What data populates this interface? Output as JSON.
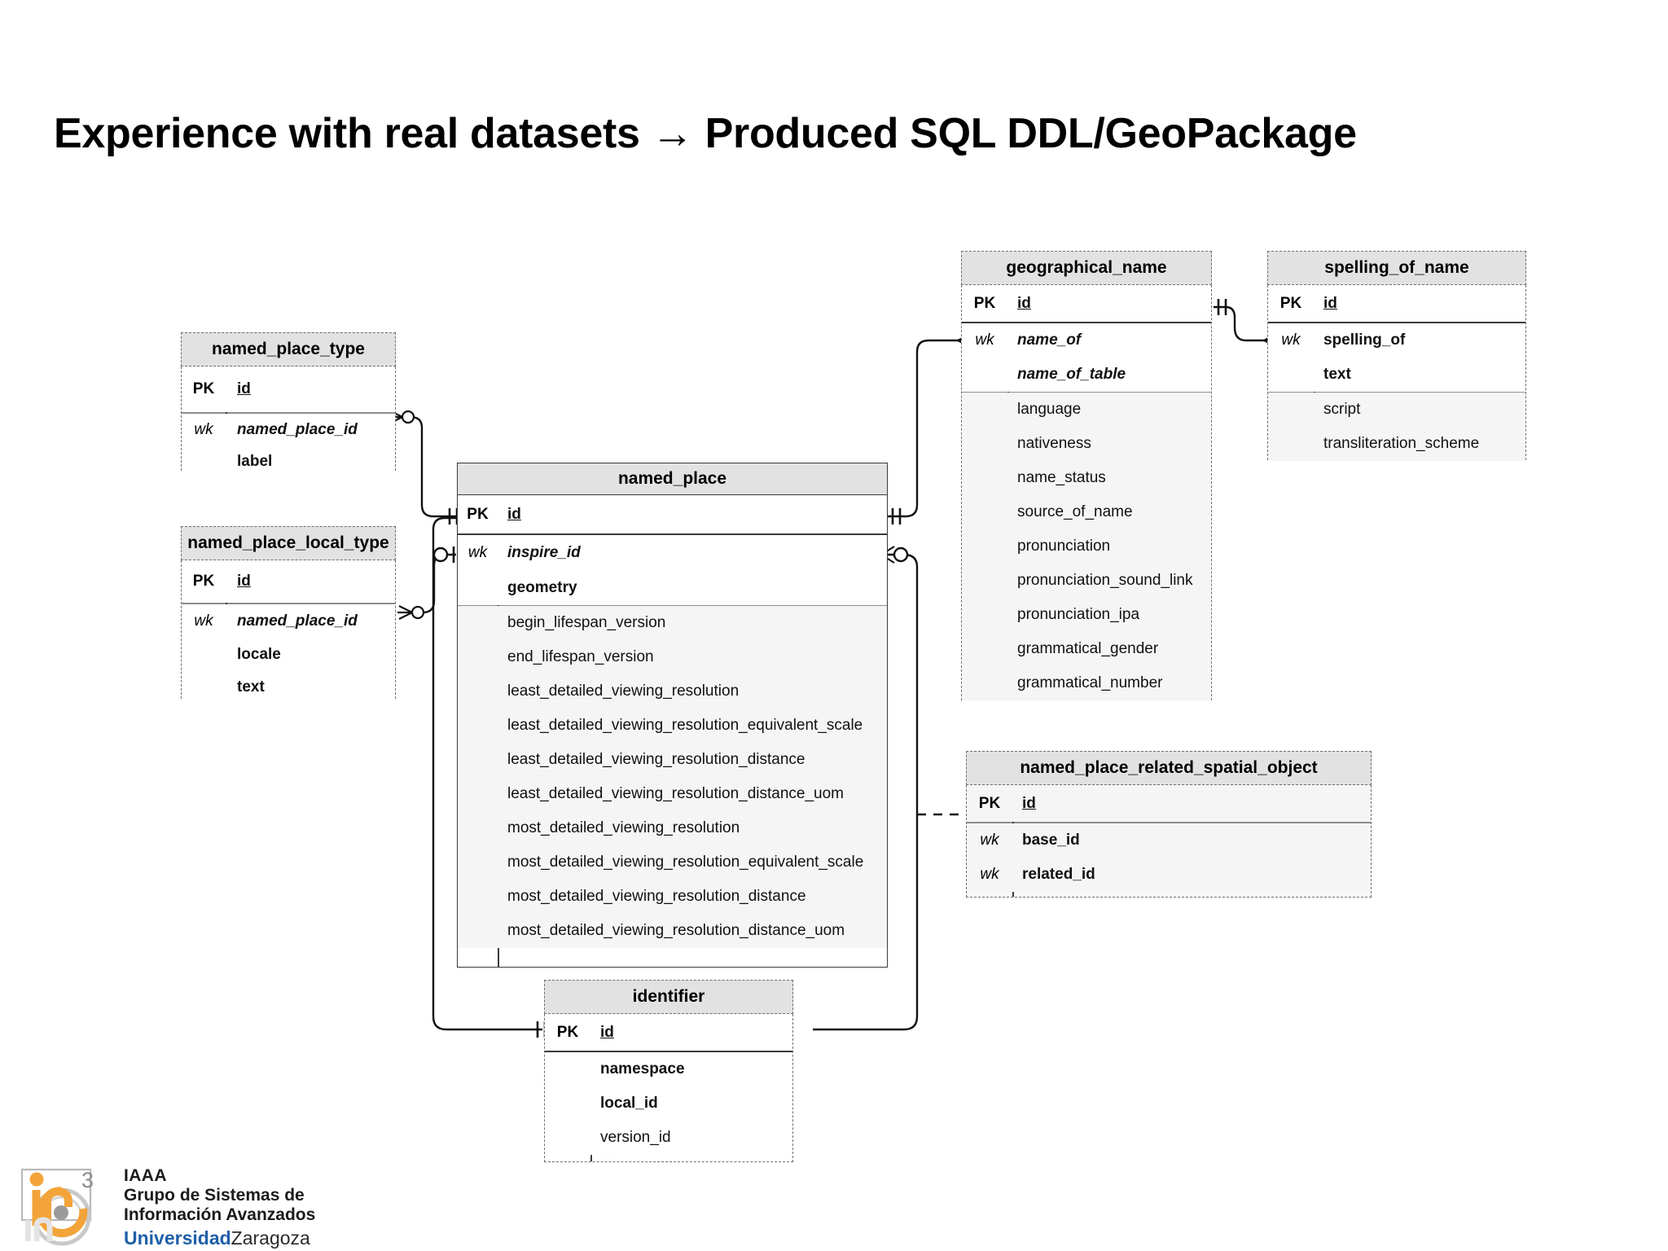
{
  "slide": {
    "title": "Experience with real datasets → Produced SQL DDL/GeoPackage",
    "background": "#ffffff",
    "header_fill": "#e2e2e2",
    "body_fill": "#f7f7f7",
    "border_color": "#6f6f6f",
    "accent_blue": "#1f5fa8"
  },
  "diagram": {
    "type": "entity-relationship",
    "notation": "crow's-foot",
    "tables": [
      {
        "id": "named_place_type",
        "name": "named_place_type",
        "columns": [
          {
            "key": "PK",
            "name": "id",
            "style": "pk"
          },
          {
            "key": "wk",
            "name": "named_place_id",
            "style": "bold-italic"
          },
          {
            "key": "",
            "name": "label",
            "style": "bold"
          }
        ]
      },
      {
        "id": "named_place_local_type",
        "name": "named_place_local_type",
        "columns": [
          {
            "key": "PK",
            "name": "id",
            "style": "pk"
          },
          {
            "key": "wk",
            "name": "named_place_id",
            "style": "bold-italic"
          },
          {
            "key": "",
            "name": "locale",
            "style": "bold"
          },
          {
            "key": "",
            "name": "text",
            "style": "bold"
          }
        ]
      },
      {
        "id": "named_place",
        "name": "named_place",
        "columns": [
          {
            "key": "PK",
            "name": "id",
            "style": "pk"
          },
          {
            "key": "wk",
            "name": "inspire_id",
            "style": "bold-italic"
          },
          {
            "key": "",
            "name": "geometry",
            "style": "bold"
          },
          {
            "key": "",
            "name": "begin_lifespan_version",
            "style": "normal"
          },
          {
            "key": "",
            "name": "end_lifespan_version",
            "style": "normal"
          },
          {
            "key": "",
            "name": "least_detailed_viewing_resolution",
            "style": "normal"
          },
          {
            "key": "",
            "name": "least_detailed_viewing_resolution_equivalent_scale",
            "style": "normal"
          },
          {
            "key": "",
            "name": "least_detailed_viewing_resolution_distance",
            "style": "normal"
          },
          {
            "key": "",
            "name": "least_detailed_viewing_resolution_distance_uom",
            "style": "normal"
          },
          {
            "key": "",
            "name": "most_detailed_viewing_resolution",
            "style": "normal"
          },
          {
            "key": "",
            "name": "most_detailed_viewing_resolution_equivalent_scale",
            "style": "normal"
          },
          {
            "key": "",
            "name": "most_detailed_viewing_resolution_distance",
            "style": "normal"
          },
          {
            "key": "",
            "name": "most_detailed_viewing_resolution_distance_uom",
            "style": "normal"
          }
        ]
      },
      {
        "id": "geographical_name",
        "name": "geographical_name",
        "columns": [
          {
            "key": "PK",
            "name": "id",
            "style": "pk"
          },
          {
            "key": "wk",
            "name": "name_of",
            "style": "bold-italic"
          },
          {
            "key": "",
            "name": "name_of_table",
            "style": "bold-italic"
          },
          {
            "key": "",
            "name": "language",
            "style": "normal"
          },
          {
            "key": "",
            "name": "nativeness",
            "style": "normal"
          },
          {
            "key": "",
            "name": "name_status",
            "style": "normal"
          },
          {
            "key": "",
            "name": "source_of_name",
            "style": "normal"
          },
          {
            "key": "",
            "name": "pronunciation",
            "style": "normal"
          },
          {
            "key": "",
            "name": "pronunciation_sound_link",
            "style": "normal"
          },
          {
            "key": "",
            "name": "pronunciation_ipa",
            "style": "normal"
          },
          {
            "key": "",
            "name": "grammatical_gender",
            "style": "normal"
          },
          {
            "key": "",
            "name": "grammatical_number",
            "style": "normal"
          }
        ]
      },
      {
        "id": "spelling_of_name",
        "name": "spelling_of_name",
        "columns": [
          {
            "key": "PK",
            "name": "id",
            "style": "pk"
          },
          {
            "key": "wk",
            "name": "spelling_of",
            "style": "bold"
          },
          {
            "key": "",
            "name": "text",
            "style": "bold"
          },
          {
            "key": "",
            "name": "script",
            "style": "normal"
          },
          {
            "key": "",
            "name": "transliteration_scheme",
            "style": "normal"
          }
        ]
      },
      {
        "id": "named_place_related_spatial_object",
        "name": "named_place_related_spatial_object",
        "columns": [
          {
            "key": "PK",
            "name": "id",
            "style": "pk"
          },
          {
            "key": "wk",
            "name": "base_id",
            "style": "bold"
          },
          {
            "key": "wk",
            "name": "related_id",
            "style": "bold"
          }
        ]
      },
      {
        "id": "identifier",
        "name": "identifier",
        "columns": [
          {
            "key": "PK",
            "name": "id",
            "style": "pk"
          },
          {
            "key": "",
            "name": "namespace",
            "style": "bold"
          },
          {
            "key": "",
            "name": "local_id",
            "style": "bold"
          },
          {
            "key": "",
            "name": "version_id",
            "style": "normal"
          }
        ]
      }
    ],
    "relationships": [
      {
        "from": "named_place",
        "to": "named_place_type",
        "from_card": "one",
        "to_card": "many-optional",
        "line": "solid"
      },
      {
        "from": "named_place",
        "to": "named_place_local_type",
        "from_card": "zero-one",
        "to_card": "many-optional",
        "line": "solid"
      },
      {
        "from": "named_place",
        "to": "geographical_name",
        "from_card": "one",
        "to_card": "many-optional",
        "line": "solid"
      },
      {
        "from": "geographical_name",
        "to": "spelling_of_name",
        "from_card": "one",
        "to_card": "many-optional",
        "line": "solid"
      },
      {
        "from": "named_place",
        "to": "identifier",
        "from_card": "one",
        "to_card": "many-optional",
        "line": "solid"
      },
      {
        "from": "named_place",
        "to": "named_place_related_spatial_object",
        "from_card": "none",
        "to_card": "none",
        "line": "dashed"
      }
    ]
  },
  "footer": {
    "logo_icon": "iaaa-logo-icon",
    "logo_superscript": "3",
    "line1": "IAAA",
    "line2": "Grupo de Sistemas de",
    "line3": "Información Avanzados",
    "university_bold": "Universidad",
    "university_rest": "Zaragoza"
  }
}
